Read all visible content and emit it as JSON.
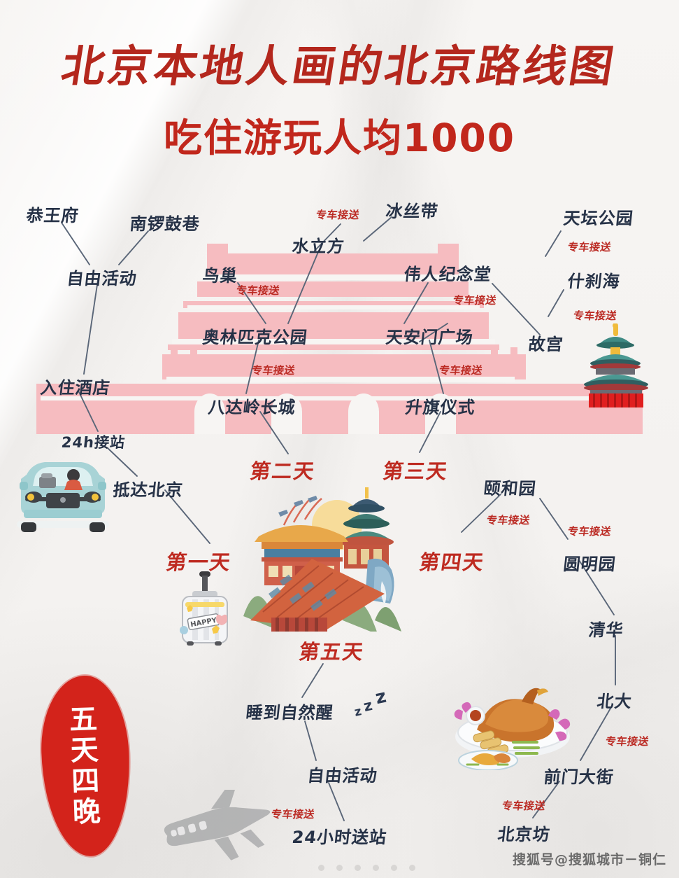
{
  "header": {
    "title": "北京本地人画的北京路线图",
    "subtitle": "吃住游玩人均1000",
    "title_color": "#b4271d",
    "subtitle_color": "#c1271c"
  },
  "seal": {
    "chars": [
      "五",
      "天",
      "四",
      "晚"
    ],
    "color": "#d3231b"
  },
  "transfer_label": "专车接送",
  "transfer_color": "#bb2a23",
  "day_color": "#be2a20",
  "label_color": "#263247",
  "accent_pink": "#f6bcc0",
  "days": [
    {
      "id": "day1",
      "label": "第一天"
    },
    {
      "id": "day2",
      "label": "第二天"
    },
    {
      "id": "day3",
      "label": "第三天"
    },
    {
      "id": "day4",
      "label": "第四天"
    },
    {
      "id": "day5",
      "label": "第五天"
    }
  ],
  "nodes": [
    {
      "id": "n_gongwangfu",
      "label": "恭王府"
    },
    {
      "id": "n_nanluoguxiang",
      "label": "南锣鼓巷"
    },
    {
      "id": "n_free1",
      "label": "自由活动"
    },
    {
      "id": "n_hotel",
      "label": "入住酒店"
    },
    {
      "id": "n_pickup24",
      "label": "24h接站"
    },
    {
      "id": "n_arrive",
      "label": "抵达北京"
    },
    {
      "id": "n_birdnest",
      "label": "鸟巢"
    },
    {
      "id": "n_watercube",
      "label": "水立方"
    },
    {
      "id": "n_iceribbon",
      "label": "冰丝带"
    },
    {
      "id": "n_olympicpark",
      "label": "奥林匹克公园"
    },
    {
      "id": "n_greatwall",
      "label": "八达岭长城"
    },
    {
      "id": "n_memorial",
      "label": "伟人纪念堂"
    },
    {
      "id": "n_tiananmen",
      "label": "天安门广场"
    },
    {
      "id": "n_flagraising",
      "label": "升旗仪式"
    },
    {
      "id": "n_tiantan",
      "label": "天坛公园"
    },
    {
      "id": "n_shichahai",
      "label": "什刹海"
    },
    {
      "id": "n_gugong",
      "label": "故宫"
    },
    {
      "id": "n_yiheyuan",
      "label": "颐和园"
    },
    {
      "id": "n_yuanmingyuan",
      "label": "圆明园"
    },
    {
      "id": "n_tsinghua",
      "label": "清华"
    },
    {
      "id": "n_peking_u",
      "label": "北大"
    },
    {
      "id": "n_qianmen",
      "label": "前门大街"
    },
    {
      "id": "n_beijingfang",
      "label": "北京坊"
    },
    {
      "id": "n_sleepin",
      "label": "睡到自然醒"
    },
    {
      "id": "n_free2",
      "label": "自由活动"
    },
    {
      "id": "n_dropoff24",
      "label": "24小时送站"
    }
  ],
  "transfers": [
    {
      "id": "t_birdnest"
    },
    {
      "id": "t_watercube"
    },
    {
      "id": "t_olympic"
    },
    {
      "id": "t_memorial"
    },
    {
      "id": "t_tiananmen"
    },
    {
      "id": "t_tiantan"
    },
    {
      "id": "t_shichahai"
    },
    {
      "id": "t_yiheyuan"
    },
    {
      "id": "t_yuanmingyuan"
    },
    {
      "id": "t_pekingu"
    },
    {
      "id": "t_qianmen"
    },
    {
      "id": "t_dropoff"
    }
  ],
  "sleep_marks": [
    "z",
    "z",
    "z"
  ],
  "suitcase_tag": "HAPPY",
  "watermark": {
    "text": "搜狐号@搜狐城市－铜仁"
  },
  "illustrations": [
    {
      "id": "car-illustration",
      "name": "teal-car-with-driver"
    },
    {
      "id": "suitcase-illustration",
      "name": "happy-suitcase"
    },
    {
      "id": "palace-illustration",
      "name": "beijing-landmarks-collage"
    },
    {
      "id": "temple-illustration",
      "name": "temple-of-heaven"
    },
    {
      "id": "duck-illustration",
      "name": "peking-roast-duck-plate"
    },
    {
      "id": "plane-illustration",
      "name": "airplane-silhouette"
    }
  ]
}
